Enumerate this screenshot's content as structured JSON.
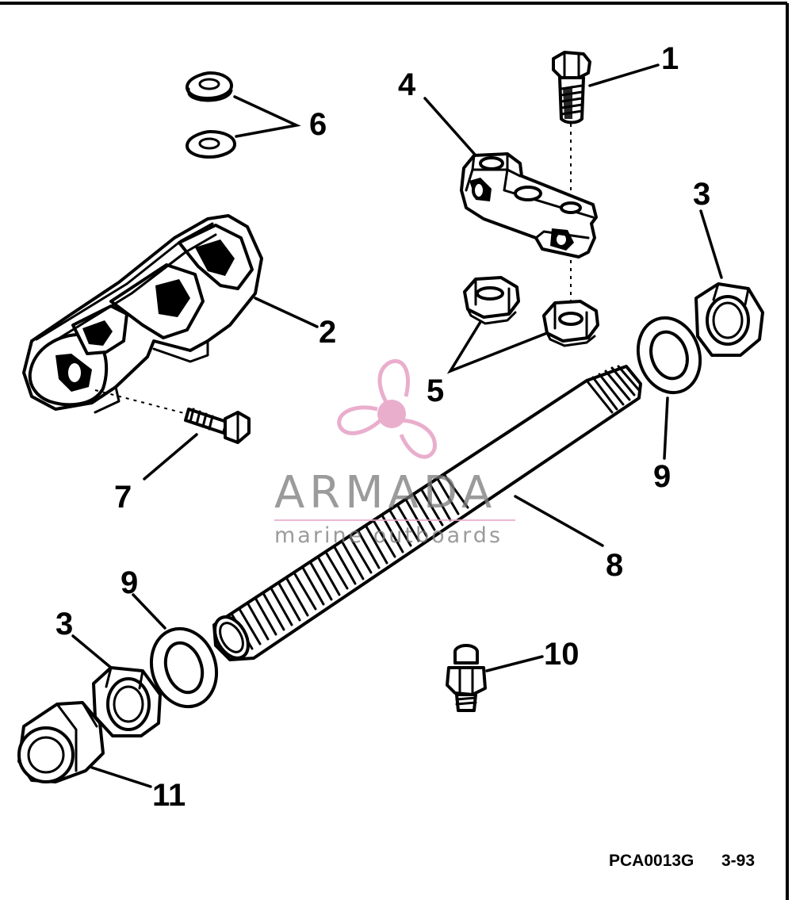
{
  "diagram": {
    "callouts": {
      "c1": "1",
      "c2": "2",
      "c3_right": "3",
      "c3_left": "3",
      "c4": "4",
      "c5": "5",
      "c6": "6",
      "c7": "7",
      "c8": "8",
      "c9_right": "9",
      "c9_left": "9",
      "c10": "10",
      "c11": "11"
    },
    "figure_code": "PCA0013G",
    "figure_date": "3-93"
  },
  "watermark": {
    "brand": "ARMADA",
    "tagline": "marine outboards",
    "color": "#e8a6c8",
    "text_color": "#7a7a7a"
  },
  "colors": {
    "ink": "#000000",
    "paper": "#ffffff"
  }
}
